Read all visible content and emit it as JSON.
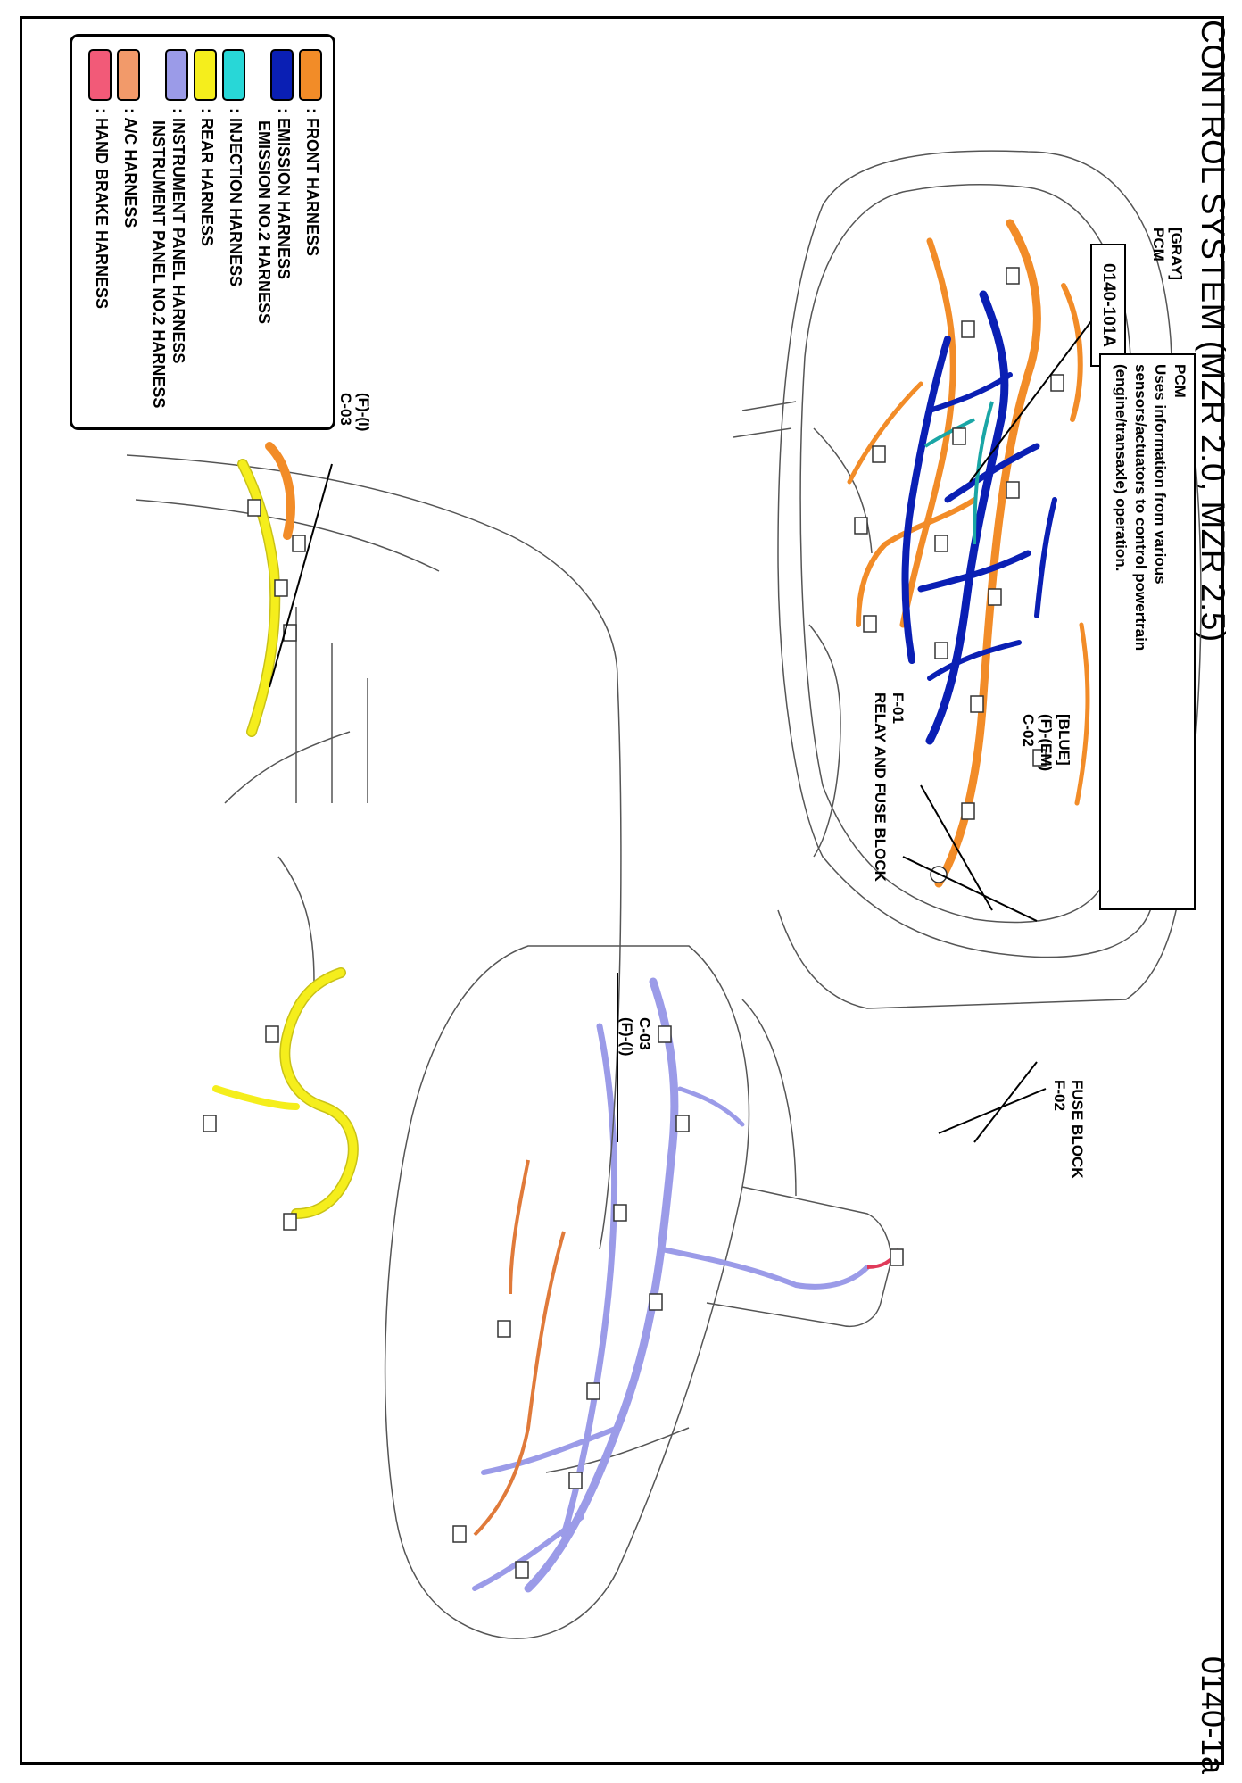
{
  "title": "CONTROL SYSTEM (MZR 2.0, MZR 2.5)",
  "page_code": "0140-1a",
  "pcm_callout": {
    "color": "[GRAY]",
    "name": "PCM",
    "code": "0140-101A",
    "box_title": "PCM",
    "box_text_1": "Uses information from various",
    "box_text_2": "sensors/actuators to control powertrain",
    "box_text_3": "(engine/transaxle) operation."
  },
  "callouts": {
    "c02_color": "[BLUE]",
    "c02_harness": "(F)-(EM)",
    "c02_id": "C-02",
    "f01_id": "F-01",
    "f01_name": "RELAY AND FUSE BLOCK",
    "f02_name": "FUSE BLOCK",
    "f02_id": "F-02",
    "c03_upper_id": "C-03",
    "c03_upper_harness": "(F)-(I)",
    "c03_lower_harness": "(F)-(I)",
    "c03_lower_id": "C-03"
  },
  "legend": [
    {
      "label": ": FRONT HARNESS",
      "color": "#F28C28"
    },
    {
      "label": ": EMISSION HARNESS",
      "color": "#0A1FB4",
      "label2": "EMISSION NO.2 HARNESS"
    },
    {
      "label": ": INJECTION HARNESS",
      "color": "#28D7D7"
    },
    {
      "label": ": REAR HARNESS",
      "color": "#F5EE1C"
    },
    {
      "label": ": INSTRUMENT PANEL HARNESS",
      "color": "#9B9BE8",
      "label2": "INSTRUMENT PANEL NO.2 HARNESS"
    },
    {
      "label": ": A/C HARNESS",
      "color": "#F29A6A"
    },
    {
      "label": ": HAND BRAKE HARNESS",
      "color": "#F25A78"
    }
  ]
}
